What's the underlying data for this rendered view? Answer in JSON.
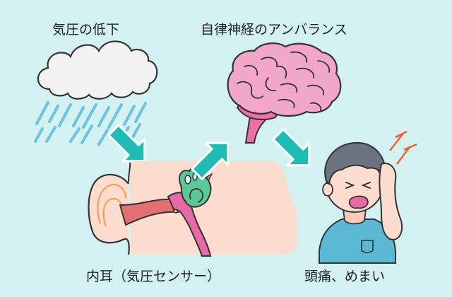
{
  "labels": {
    "pressure_drop": "気圧の低下",
    "autonomic_imbalance": "自律神経のアンバランス",
    "inner_ear": "内耳（気圧センサー）",
    "symptoms": "頭痛、めまい"
  },
  "icons": {
    "cloud": "rain-cloud-icon",
    "ear": "inner-ear-icon",
    "brain": "brain-icon",
    "person": "headache-person-icon",
    "pain": "pain-zigzag-icon",
    "arrow": "flow-arrow-icon"
  },
  "colors": {
    "background": "#d3f1f1",
    "arrow": "#1fbcb5",
    "brain": "#f2a6c8",
    "brainstem": "#ee6fa6",
    "cochlea": "#5ec79a",
    "ear_skin": "#fddcd0",
    "ear_canal": "#e26f72",
    "rain": "#6ec3df",
    "cloud": "#f2f2f2",
    "shirt": "#5bb9d3",
    "hair": "#6b7380",
    "pain": "#f0622c"
  }
}
